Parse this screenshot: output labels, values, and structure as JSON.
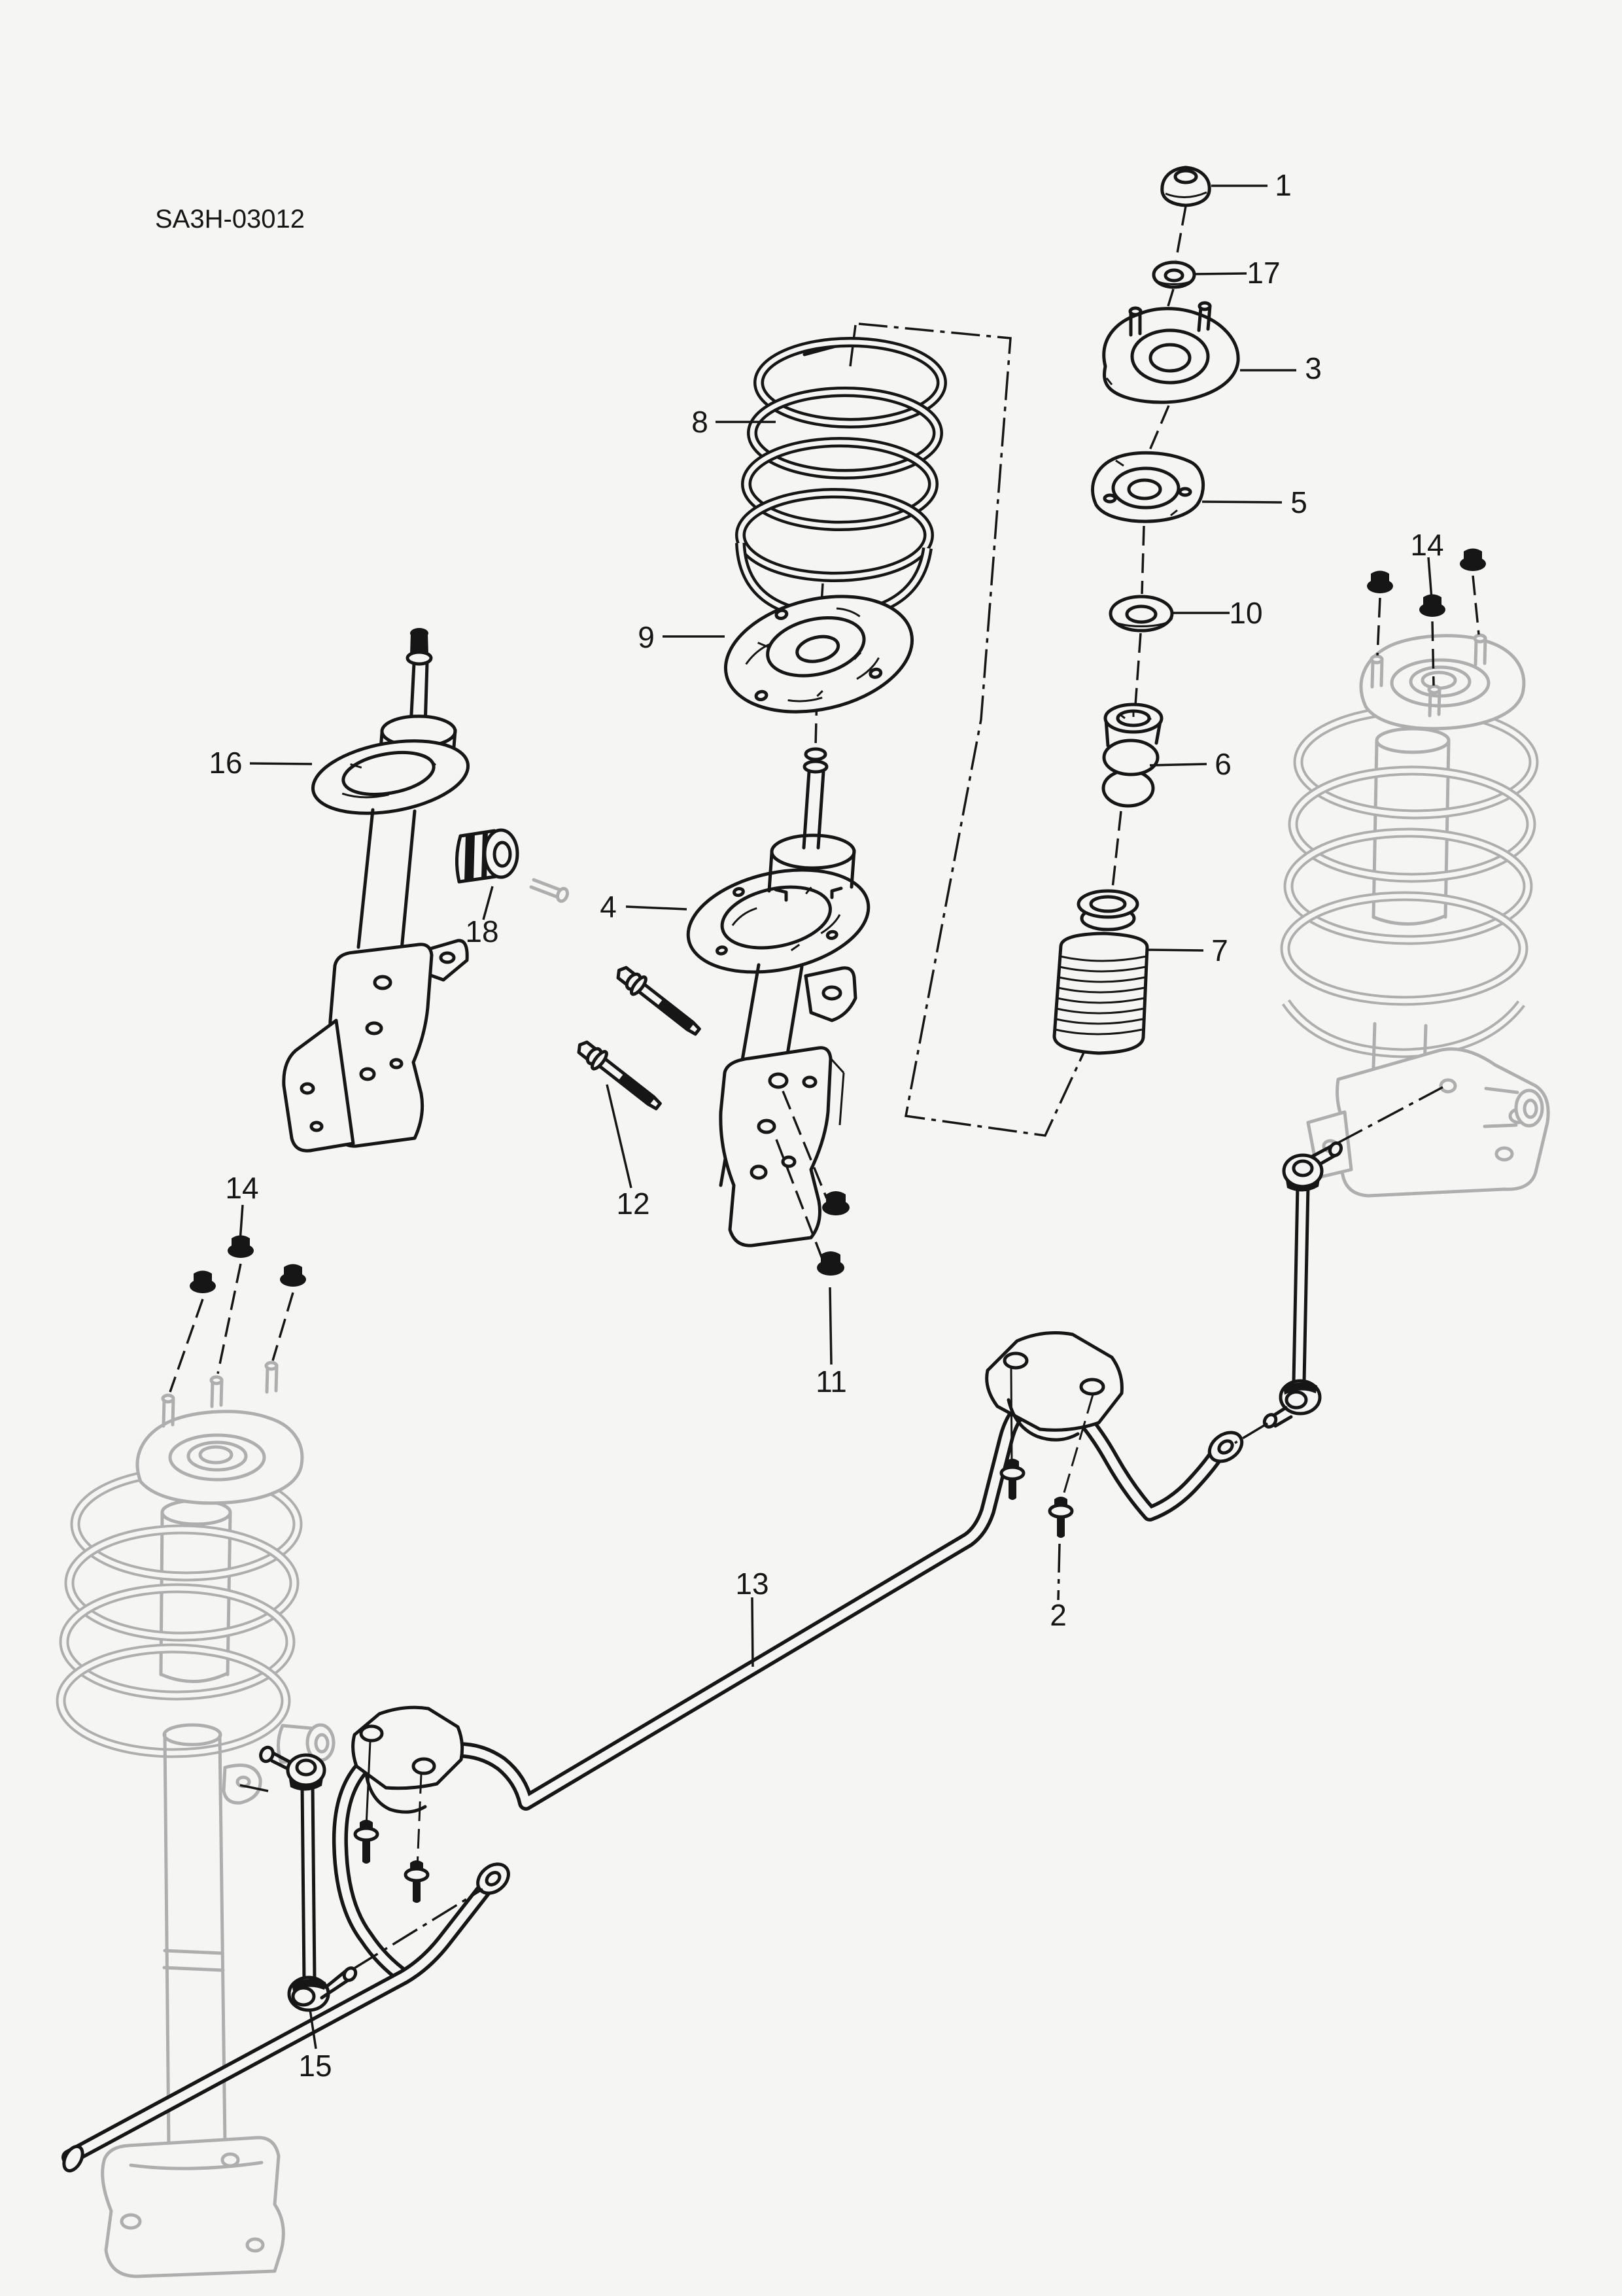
{
  "diagram": {
    "title_code": "SA3H-03012",
    "type": "exploded-parts-diagram",
    "subject": "front strut and stabilizer bar assembly",
    "colors": {
      "line": "#161616",
      "reference_line": "#aeaeae",
      "background": "#f5f5f3"
    },
    "labels": {
      "p1": "1",
      "p2": "2",
      "p3": "3",
      "p4": "4",
      "p5": "5",
      "p6": "6",
      "p7": "7",
      "p8": "8",
      "p9": "9",
      "p10": "10",
      "p11": "11",
      "p12": "12",
      "p13": "13",
      "p14_left": "14",
      "p14_right": "14",
      "p15": "15",
      "p16": "16",
      "p17": "17",
      "p18": "18"
    }
  }
}
